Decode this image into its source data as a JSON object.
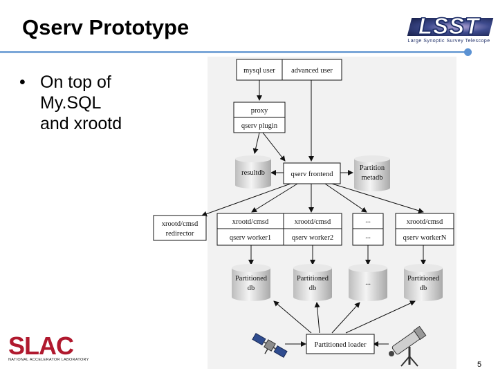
{
  "slide": {
    "title": "Qserv Prototype",
    "bullet_text": "On top of\nMy.SQL\nand xrootd",
    "page_number": "5"
  },
  "logos": {
    "lsst_text": "LSST",
    "lsst_subtitle": "Large Synoptic Survey Telescope",
    "slac_text": "SLAC",
    "slac_subtitle": "NATIONAL ACCELERATOR LABORATORY"
  },
  "diagram": {
    "mysql_user": "mysql user",
    "advanced_user": "advanced user",
    "proxy": "proxy",
    "qserv_plugin": "qserv plugin",
    "resultdb": "resultdb",
    "qserv_frontend": "qserv frontend",
    "partition_metadb_1": "Partition",
    "partition_metadb_2": "metadb",
    "redirector_1": "xrootd/cmsd",
    "redirector_2": "redirector",
    "worker1_top": "xrootd/cmsd",
    "worker1_bottom": "qserv worker1",
    "worker2_top": "xrootd/cmsd",
    "worker2_bottom": "qserv worker2",
    "ellipsis_top": "...",
    "ellipsis_bottom": "...",
    "workerN_top": "xrootd/cmsd",
    "workerN_bottom": "qserv workerN",
    "pdb1_1": "Partitioned",
    "pdb1_2": "db",
    "pdb2_1": "Partitioned",
    "pdb2_2": "db",
    "pdb3": "...",
    "pdb4_1": "Partitioned",
    "pdb4_2": "db",
    "partitioned_loader": "Partitioned loader"
  },
  "colors": {
    "title_rule": "#7ba7d8",
    "slac_red": "#b0192e",
    "lsst_blue": "#1d2d66"
  },
  "icons": [
    "satellite-icon",
    "telescope-icon"
  ]
}
